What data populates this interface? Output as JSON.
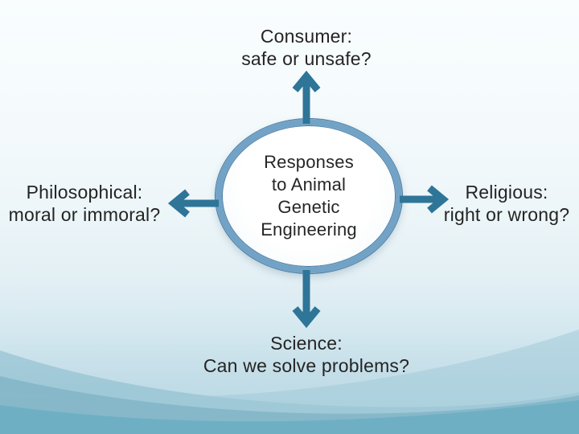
{
  "slide_type": "diagram-slide",
  "center": {
    "lines": [
      "Responses",
      "to Animal",
      "Genetic",
      "Engineering"
    ]
  },
  "nodes": {
    "top": {
      "line1": "Consumer:",
      "line2": "safe or unsafe?"
    },
    "left": {
      "line1": "Philosophical:",
      "line2": "moral or immoral?"
    },
    "right": {
      "line1": "Religious:",
      "line2": "right or wrong?"
    },
    "bottom": {
      "line1": "Science:",
      "line2": "Can we solve problems?"
    }
  },
  "colors": {
    "arrow": "#2e7598",
    "ellipse_border": "#72a3c6",
    "ellipse_border_edge": "#4a7ba1",
    "text": "#242424",
    "background_top": "#f9fdfe",
    "wave_teal": "#6fafc4"
  }
}
